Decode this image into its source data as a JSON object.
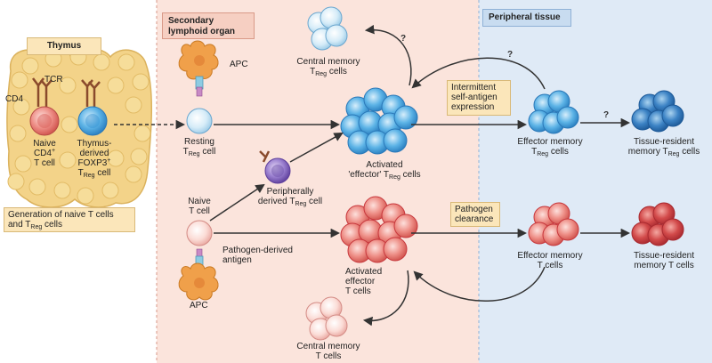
{
  "regions": {
    "thymus": "Thymus",
    "secondary_lymphoid": "Secondary lymphoid organ",
    "peripheral": "Peripheral tissue"
  },
  "thymus": {
    "tcr": "TCR",
    "cd4": "CD4",
    "naive_line1": "Naive",
    "naive_line2": "CD4",
    "naive_line2_sup": "+",
    "naive_line3": "T cell",
    "tder_line1": "Thymus-",
    "tder_line2": "derived",
    "tder_line3": "FOXP3",
    "tder_line3_sup": "+",
    "tder_line4_t": "T",
    "tder_line4_sub": "Reg",
    "tder_line4_rest": " cell",
    "caption": "Generation of naive T cells and T",
    "caption_sub": "Reg",
    "caption_rest": " cells"
  },
  "secondary": {
    "apc_top": "APC",
    "apc_bottom": "APC",
    "resting_line1": "Resting",
    "resting_t": "T",
    "resting_sub": "Reg",
    "resting_rest": " cell",
    "central_treg_line1": "Central memory",
    "central_treg_t": "T",
    "central_treg_sub": "Reg",
    "central_treg_rest": " cells",
    "activated_treg_line1": "Activated",
    "activated_treg_line2a": "'effector' T",
    "activated_treg_sub": "Reg",
    "activated_treg_rest": " cells",
    "periph_line1": "Peripherally",
    "periph_line2a": "derived T",
    "periph_sub": "Reg",
    "periph_rest": " cell",
    "naive_line1": "Naive",
    "naive_line2": "T cell",
    "pathogen_line1": "Pathogen-derived",
    "pathogen_line2": "antigen",
    "activated_eff_line1": "Activated",
    "activated_eff_line2": "effector",
    "activated_eff_line3": "T cells",
    "central_t_line1": "Central memory",
    "central_t_line2": "T cells"
  },
  "boxes": {
    "intermittent": [
      "Intermittent",
      "self-antigen",
      "expression"
    ],
    "pathogen_clearance": [
      "Pathogen",
      "clearance"
    ]
  },
  "peripheral": {
    "eff_mem_treg_line1": "Effector memory",
    "eff_mem_treg_t": "T",
    "eff_mem_treg_sub": "Reg",
    "eff_mem_treg_rest": " cells",
    "tr_mem_treg_line1": "Tissue-resident",
    "tr_mem_treg_line2a": "memory T",
    "tr_mem_treg_sub": "Reg",
    "tr_mem_treg_rest": " cells",
    "eff_mem_t_line1": "Effector memory",
    "eff_mem_t_line2": "T cells",
    "tr_mem_t_line1": "Tissue-resident",
    "tr_mem_t_line2": "memory T cells"
  },
  "question_marks": [
    "?",
    "?",
    "?"
  ],
  "colors": {
    "secondary_bg": "#fbe4dc",
    "peripheral_bg": "#dfeaf6",
    "thymus_bg": "#f3d389",
    "box_bg": "#fbe6ba",
    "treg_blue": "#3e9bd8",
    "teff_red": "#e36e66",
    "treg_dark": "#2e6fb0",
    "teff_dark": "#c7373c",
    "periph_purple": "#7b5bb4",
    "apc_orange": "#f0a04a"
  }
}
